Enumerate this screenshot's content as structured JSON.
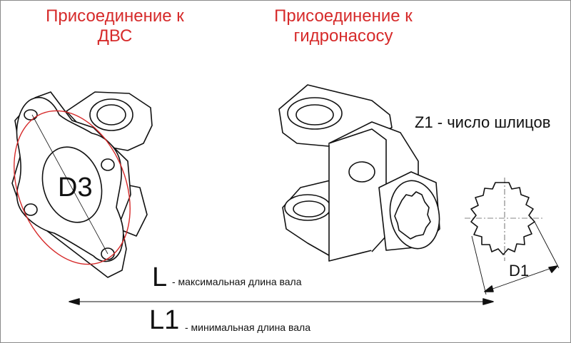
{
  "colors": {
    "accent": "#d62a2a",
    "line": "#111111"
  },
  "labels": {
    "engine_line1": "Присоединение к",
    "engine_line2": "ДВС",
    "pump_line1": "Присоединение к",
    "pump_line2": "гидронасосу",
    "z1": "Z1 - число шлицов",
    "d3": "D3",
    "d1": "D1",
    "l": "L",
    "l_desc": "- максимальная длина вала",
    "l1": "L1",
    "l1_desc": "- минимальная длина вала"
  }
}
